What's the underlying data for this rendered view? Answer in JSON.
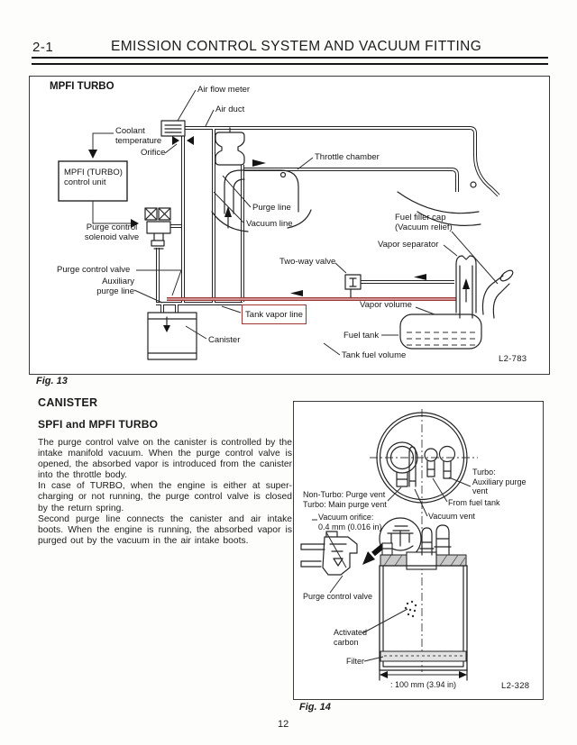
{
  "header": {
    "section": "2-1",
    "title": "EMISSION CONTROL SYSTEM AND VACUUM FITTING"
  },
  "fig13": {
    "heading": "MPFI TURBO",
    "caption": "Fig. 13",
    "ref": "L2-783",
    "labels": {
      "air_flow_meter": "Air flow meter",
      "air_duct": "Air duct",
      "coolant_temperature": "Coolant\ntemperature",
      "orifice": "Orifice",
      "throttle_chamber": "Throttle chamber",
      "control_unit": "MPFI (TURBO)\ncontrol unit",
      "purge_line": "Purge line",
      "vacuum_line": "Vacuum line",
      "purge_control_solenoid_valve": "Purge control\nsolenoid valve",
      "fuel_filler_cap": "Fuel filler cap\n(Vacuum relief)",
      "vapor_separator": "Vapor separator",
      "two_way_valve": "Two-way valve",
      "purge_control_valve": "Purge control valve",
      "auxiliary_purge_line": "Auxiliary\npurge line",
      "tank_vapor_line": "Tank vapor line",
      "vapor_volume": "Vapor volume",
      "canister": "Canister",
      "fuel_tank": "Fuel tank",
      "tank_fuel_volume": "Tank fuel volume"
    }
  },
  "body": {
    "heading": "CANISTER",
    "subheading": "SPFI and MPFI TURBO",
    "paragraphs": [
      "The purge control valve on the canister is controlled by the intake manifold vacuum.  When the purge control valve is opened, the absorbed vapor is introduced from the canister into the throttle body.",
      "In case of TURBO, when the engine is either at super-charging or not running, the purge control valve is closed by the return spring.",
      "Second purge line connects the canister and air intake boots. When the engine is running, the absorbed vapor is purged out by the vacuum in the air intake boots."
    ]
  },
  "fig14": {
    "caption": "Fig. 14",
    "ref": "L2-328",
    "labels": {
      "non_turbo": "Non-Turbo:  Purge vent\nTurbo:  Main purge vent",
      "aux_purge": "Turbo:\nAuxiliary purge\nvent",
      "from_fuel_tank": "From fuel tank",
      "vacuum_vent": "Vacuum vent",
      "vacuum_orifice": "Vacuum orifice:\n0.4 mm (0.016 in)",
      "purge_control_valve": "Purge control valve",
      "activated_carbon": "Activated\ncarbon",
      "filter": "Filter",
      "dimension": ": 100 mm (3.94 in)"
    }
  },
  "page_number": "12",
  "colors": {
    "accent_red": "#9e3636",
    "ink": "#1c1c1c"
  }
}
